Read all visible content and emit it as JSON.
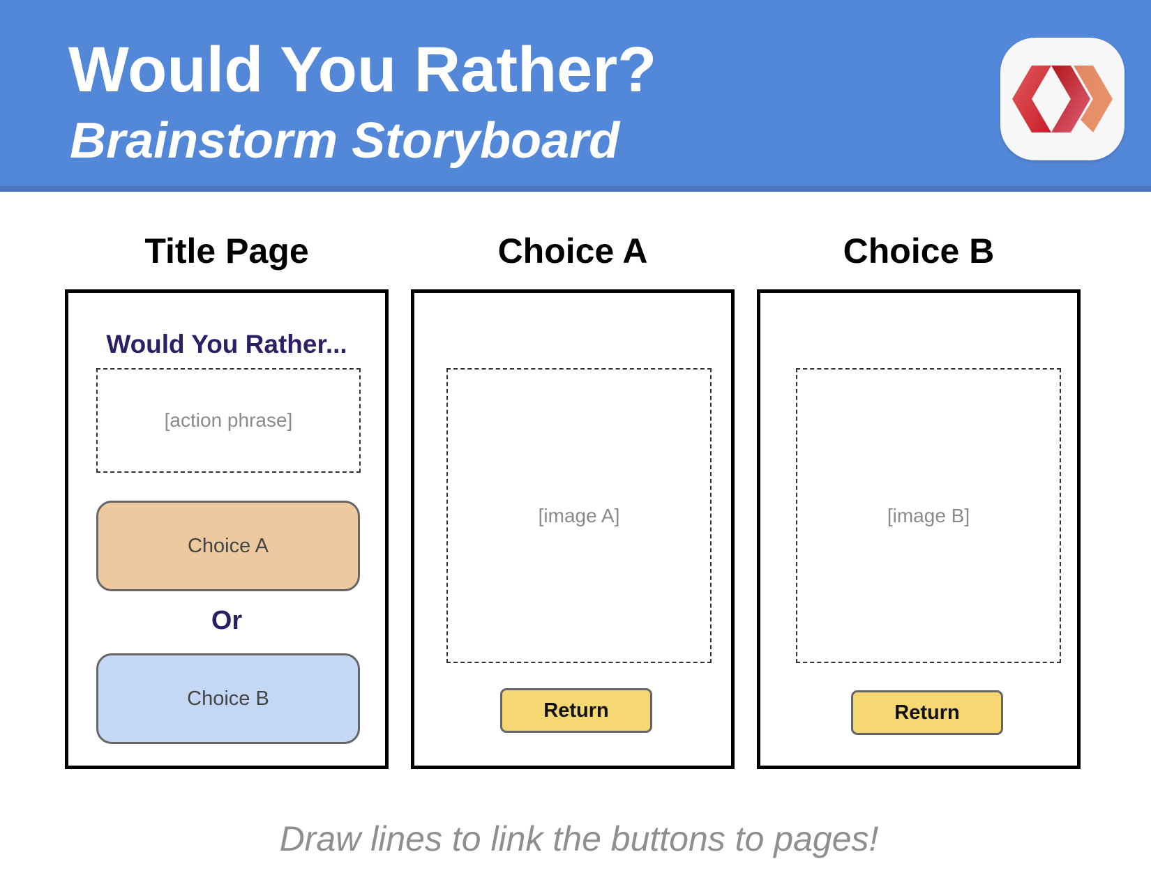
{
  "header": {
    "title": "Would You Rather?",
    "subtitle": "Brainstorm Storyboard",
    "logo_icon": "app-logo-icon",
    "background_color": "#5387d8"
  },
  "columns": [
    {
      "heading": "Title Page"
    },
    {
      "heading": "Choice A"
    },
    {
      "heading": "Choice B"
    }
  ],
  "title_page": {
    "prompt": "Would You Rather...",
    "action_placeholder": "[action phrase]",
    "choice_a_label": "Choice A",
    "choice_b_label": "Choice B",
    "or_label": "Or",
    "choice_a_color": "#ecc99e",
    "choice_b_color": "#c4d7f5"
  },
  "choice_a_page": {
    "image_placeholder": "[image A]",
    "return_label": "Return"
  },
  "choice_b_page": {
    "image_placeholder": "[image B]",
    "return_label": "Return"
  },
  "footer": {
    "note": "Draw lines to link the buttons to pages!"
  }
}
